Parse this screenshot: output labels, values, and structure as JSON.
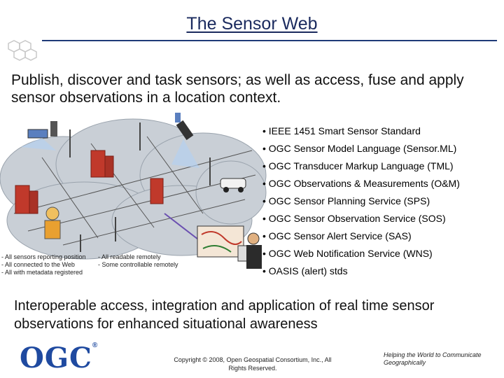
{
  "slide": {
    "title": "The Sensor Web",
    "subtitle": "Publish, discover and task sensors; as well as access, fuse and apply sensor observations in a location context.",
    "bullets": [
      "• IEEE 1451 Smart Sensor Standard",
      "• OGC Sensor Model Language (Sensor.ML)",
      "• OGC Transducer Markup Language (TML)",
      "• OGC Observations & Measurements (O&M)",
      "• OGC Sensor Planning Service (SPS)",
      "• OGC Sensor Observation Service (SOS)",
      "• OGC Sensor Alert Service (SAS)",
      "• OGC Web Notification Service (WNS)",
      "• OASIS (alert) stds"
    ],
    "legend_left": [
      "- All sensors reporting position",
      "- All connected to the Web",
      "- All with metadata registered"
    ],
    "legend_right": [
      "- All readable remotely",
      "- Some controllable remotely"
    ],
    "tagline": "Interoperable access, integration and application of real time sensor observations for enhanced situational awareness",
    "logo_text": "OGC",
    "logo_mark": "®",
    "copyright": "Copyright © 2008, Open Geospatial Consortium, Inc., All Rights Reserved.",
    "motto": "Helping the World to Communicate Geographically"
  },
  "colors": {
    "title": "#1a2a5e",
    "accent": "#1f3a78",
    "logo": "#1f4aa0",
    "cloud": "#c9cfd6"
  }
}
